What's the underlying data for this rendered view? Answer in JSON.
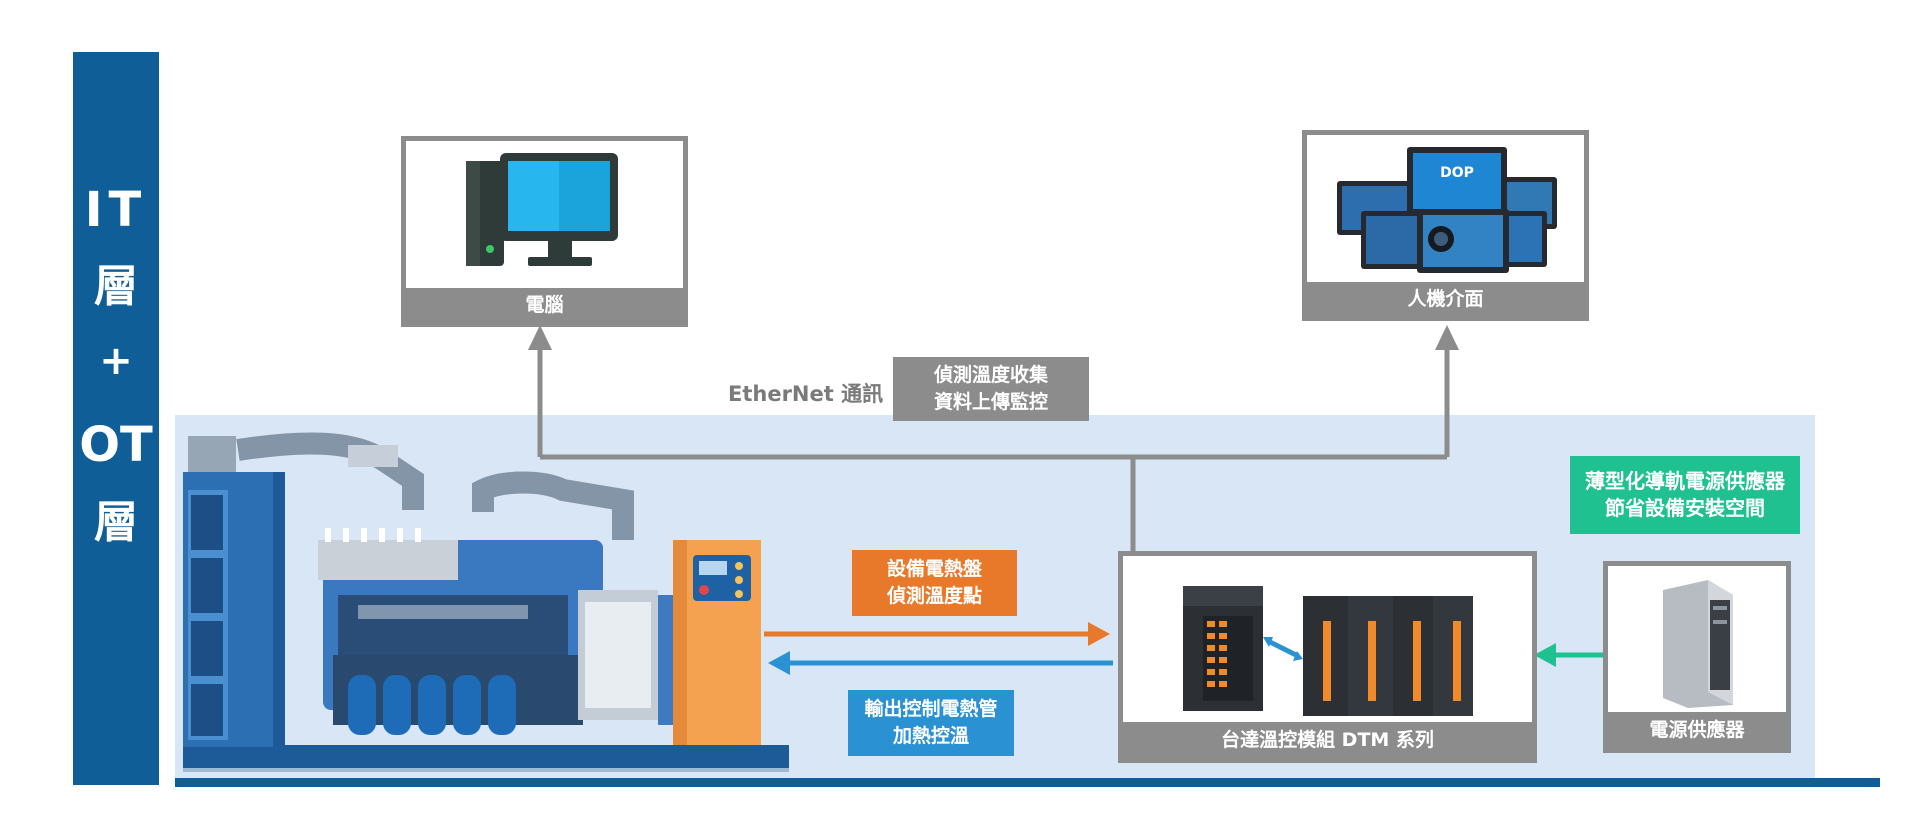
{
  "banner": {
    "line1": "IT",
    "line2": "層",
    "plus": "+",
    "line3": "OT",
    "line4": "層"
  },
  "devices": {
    "computer": "電腦",
    "hmi": "人機介面",
    "hmi_brand": "DOP",
    "dtm": "台達溫控模組 DTM 系列",
    "power_supply": "電源供應器"
  },
  "network": {
    "label": "EtherNet 通訊",
    "monitor_line1": "偵測溫度收集",
    "monitor_line2": "資料上傳監控"
  },
  "signals": {
    "input_line1": "設備電熱盤",
    "input_line2": "偵測溫度點",
    "output_line1": "輸出控制電熱管",
    "output_line2": "加熱控溫",
    "power_line1": "薄型化導軌電源供應器",
    "power_line2": "節省設備安裝空間"
  },
  "colors": {
    "banner_blue": "#0f5e97",
    "panel_bg": "#d8e6f5",
    "frame_gray": "#8c8c8c",
    "input_orange": "#e8792a",
    "output_blue": "#2a92d3",
    "power_green": "#1fc191"
  }
}
